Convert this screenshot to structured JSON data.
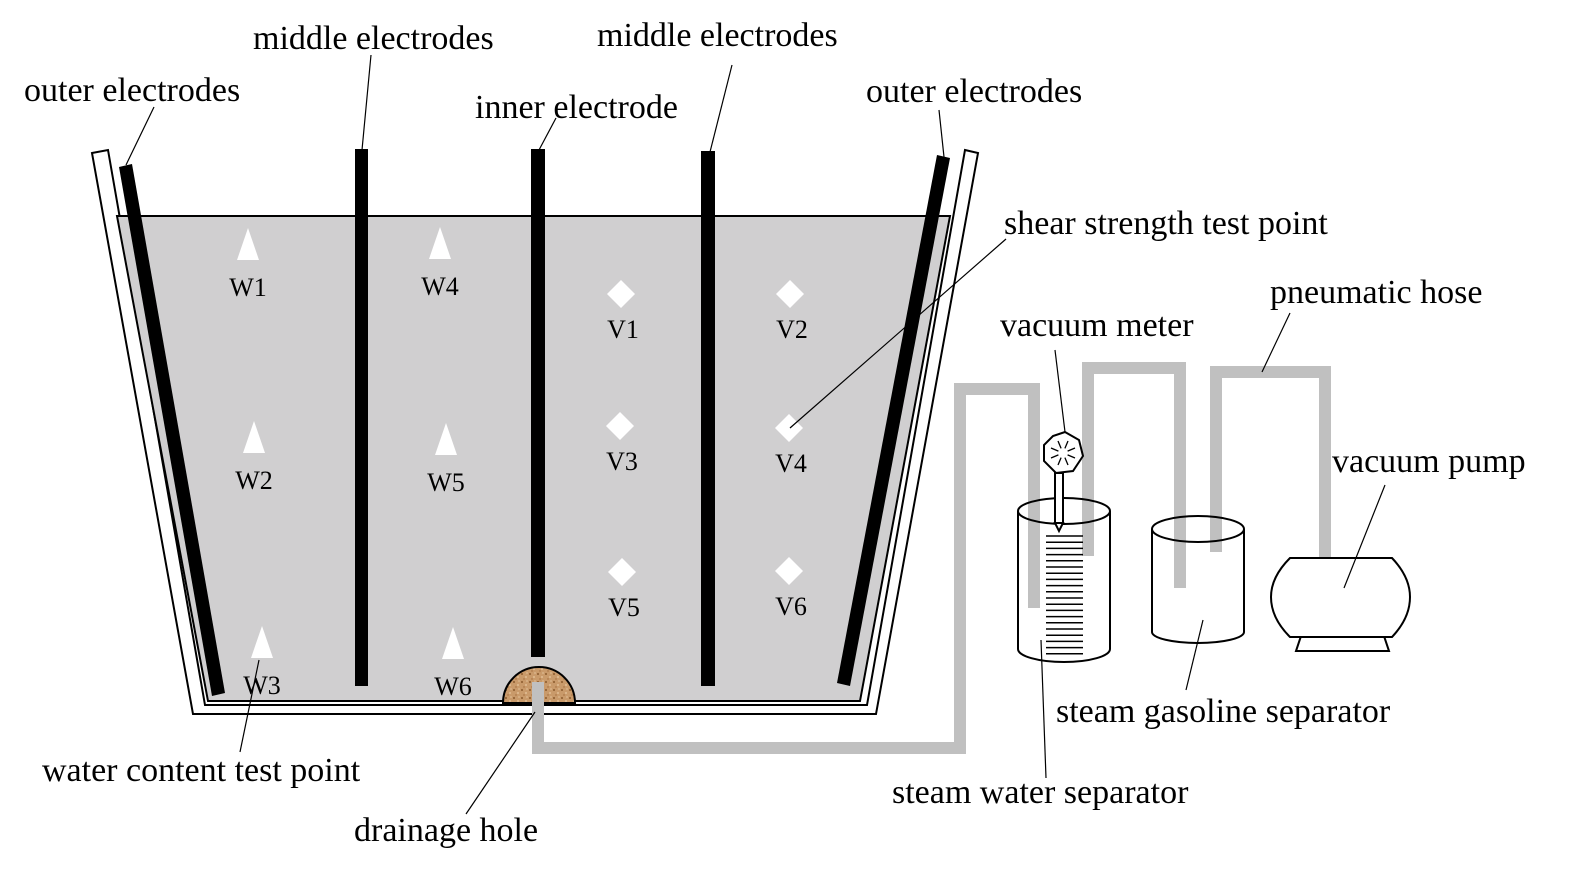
{
  "labels": {
    "outer_electrodes_left": "outer electrodes",
    "middle_electrodes_left": "middle electrodes",
    "inner_electrode": "inner electrode",
    "middle_electrodes_right": "middle electrodes",
    "outer_electrodes_right": "outer electrodes",
    "shear_strength_test_point": "shear strength test point",
    "vacuum_meter": "vacuum meter",
    "pneumatic_hose": "pneumatic hose",
    "vacuum_pump": "vacuum pump",
    "water_content_test_point": "water content test point",
    "drainage_hole": "drainage hole",
    "steam_water_separator": "steam water separator",
    "steam_gasoline_separator": "steam gasoline separator"
  },
  "water_content_points": [
    "W1",
    "W2",
    "W3",
    "W4",
    "W5",
    "W6"
  ],
  "shear_strength_points": [
    "V1",
    "V2",
    "V3",
    "V4",
    "V5",
    "V6"
  ],
  "colors": {
    "soil": "#d0cfd0",
    "electrode": "#000000",
    "hose": "#c0c0c0",
    "drainage_filter": "#c99a6a",
    "test_point_marker": "#ffffff"
  }
}
